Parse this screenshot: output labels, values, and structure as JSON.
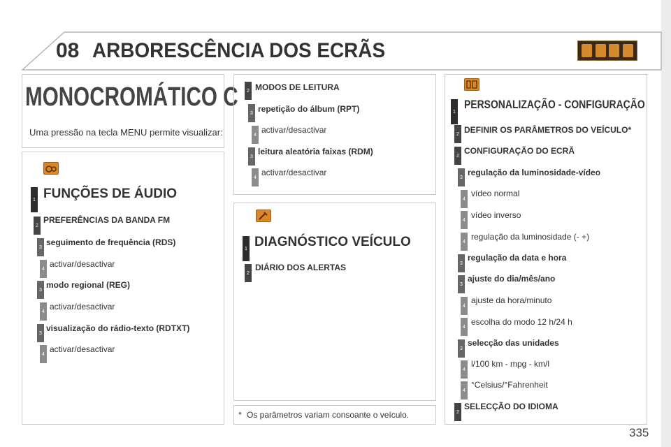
{
  "header": {
    "chapter": "08",
    "title": "ARBORESCÊNCIA DOS ECRÃS"
  },
  "left": {
    "title": "MONOCROMÁTICO C",
    "intro": "Uma pressão na tecla MENU permite visualizar:",
    "audio_title": "FUNÇÕES DE ÁUDIO",
    "items": [
      {
        "level": "1",
        "text": ""
      },
      {
        "level": "2",
        "text": "PREFERÊNCIAS DA BANDA FM"
      },
      {
        "level": "3",
        "text": "seguimento de frequência (RDS)"
      },
      {
        "level": "4",
        "text": "activar/desactivar"
      },
      {
        "level": "3",
        "text": "modo regional (REG)"
      },
      {
        "level": "4",
        "text": "activar/desactivar"
      },
      {
        "level": "3",
        "text": "visualização do rádio-texto (RDTXT)"
      },
      {
        "level": "4",
        "text": "activar/desactivar"
      }
    ]
  },
  "middle": {
    "items": [
      {
        "level": "2",
        "text": "MODOS DE LEITURA"
      },
      {
        "level": "3",
        "text": "repetição do álbum (RPT)"
      },
      {
        "level": "4",
        "text": "activar/desactivar"
      },
      {
        "level": "3",
        "text": "leitura aleatória faixas (RDM)"
      },
      {
        "level": "4",
        "text": "activar/desactivar"
      }
    ],
    "diag_title": "DIAGNÓSTICO VEÍCULO",
    "diag_levels": [
      "1",
      "2"
    ],
    "diag_item": "DIÁRIO DOS ALERTAS",
    "footnote_mark": "*",
    "footnote": "Os parâmetros variam consoante o veículo."
  },
  "right": {
    "title": "PERSONALIZAÇÃO - CONFIGURAÇÃO",
    "items": [
      {
        "level": "1",
        "text": ""
      },
      {
        "level": "2",
        "text": "DEFINIR OS PARÂMETROS DO VEÍCULO*"
      },
      {
        "level": "2",
        "text": "CONFIGURAÇÃO DO ECRÃ"
      },
      {
        "level": "3",
        "text": "regulação da luminosidade-vídeo"
      },
      {
        "level": "4",
        "text": "vídeo normal"
      },
      {
        "level": "4",
        "text": "vídeo inverso"
      },
      {
        "level": "4",
        "text": "regulação da luminosidade (- +)"
      },
      {
        "level": "3",
        "text": "regulação da data e hora"
      },
      {
        "level": "3",
        "text": "ajuste do dia/mês/ano"
      },
      {
        "level": "4",
        "text": "ajuste da hora/minuto"
      },
      {
        "level": "4",
        "text": "escolha do modo 12 h/24 h"
      },
      {
        "level": "3",
        "text": "selecção das unidades"
      },
      {
        "level": "4",
        "text": "l/100 km - mpg - km/l"
      },
      {
        "level": "4",
        "text": "°Celsius/°Fahrenheit"
      },
      {
        "level": "2",
        "text": "SELECÇÃO DO IDIOMA"
      }
    ]
  },
  "page_number": "335",
  "colors": {
    "accent": "#d9892a",
    "badge_dark": "#2e2e2e",
    "border": "#c9c9c9"
  },
  "icons": [
    "audio-icon",
    "wrench-icon",
    "settings-icon"
  ]
}
